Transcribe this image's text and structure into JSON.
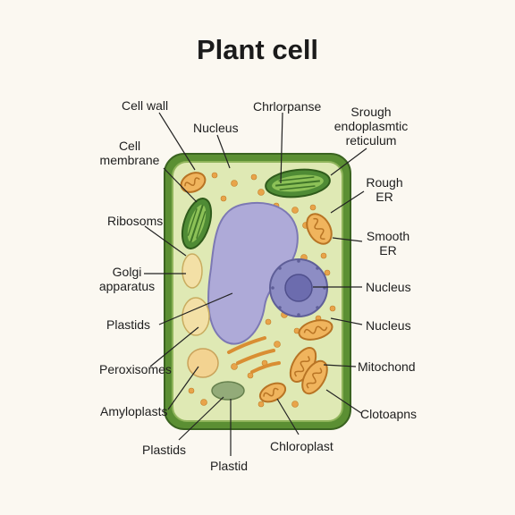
{
  "title": "Plant cell",
  "labels": {
    "cell_wall": "Cell wall",
    "nucleus_top": "Nucleus",
    "chloroplast_top": "Chrlorpanse",
    "srough_er_1": "Srough",
    "srough_er_2": "endoplasmtic",
    "srough_er_3": "reticulum",
    "cell_membrane_1": "Cell",
    "cell_membrane_2": "membrane",
    "rough_er_1": "Rough",
    "rough_er_2": "ER",
    "ribosomes": "Ribosoms",
    "smooth_er_1": "Smooth",
    "smooth_er_2": "ER",
    "golgi_1": "Golgi",
    "golgi_2": "apparatus",
    "nucleus_right_1": "Nucleus",
    "plastids_left": "Plastids",
    "nucleus_right_2": "Nucleus",
    "peroxisomes": "Peroxisomes",
    "mitochondria": "Mitochond",
    "amyloplasts": "Amyloplasts",
    "clotoapns": "Clotoapns",
    "plastids_bottom": "Plastids",
    "chloroplast_bottom": "Chloroplast",
    "plastid_bottom": "Plastid"
  },
  "colors": {
    "cell_wall": "#5b8f33",
    "cytoplasm": "#dfe9b4",
    "vacuole": "#aeaad8",
    "nucleus": "#9393c9",
    "chloroplast": "#4f8b35",
    "mitochondrion": "#e8a44a",
    "plastid": "#f3e0a6"
  }
}
